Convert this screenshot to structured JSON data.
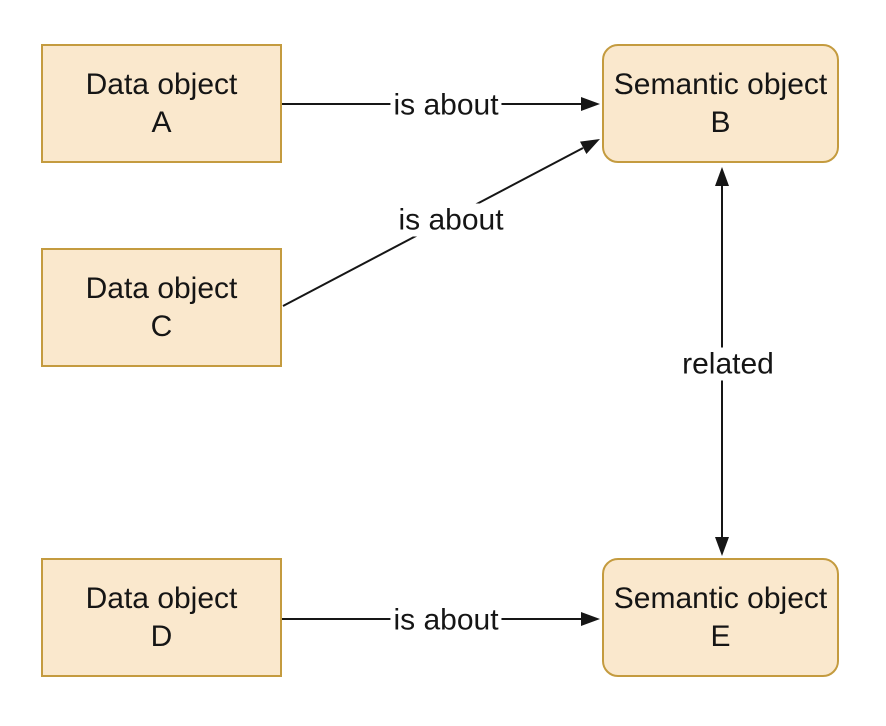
{
  "page": {
    "background": "#ffffff"
  },
  "diagram": {
    "type": "flowchart",
    "colors": {
      "node_fill": "#fae8cd",
      "node_border": "#c49b3f",
      "text": "#151515",
      "line": "#161616",
      "edge_label_background": "#ffffff"
    },
    "nodes": [
      {
        "id": "A",
        "shape": "rectangle",
        "line1": "Data object",
        "line2": "A"
      },
      {
        "id": "B",
        "shape": "rounded-rectangle",
        "line1": "Semantic object",
        "line2": "B"
      },
      {
        "id": "C",
        "shape": "rectangle",
        "line1": "Data object",
        "line2": "C"
      },
      {
        "id": "D",
        "shape": "rectangle",
        "line1": "Data object",
        "line2": "D"
      },
      {
        "id": "E",
        "shape": "rounded-rectangle",
        "line1": "Semantic object",
        "line2": "E"
      }
    ],
    "edges": [
      {
        "from": "Data object A",
        "to": "Semantic object B",
        "label": "is about",
        "direction": "single"
      },
      {
        "from": "Data object C",
        "to": "Semantic object B",
        "label": "is about",
        "direction": "single"
      },
      {
        "from": "Semantic object B",
        "to": "Semantic object E",
        "label": "related",
        "direction": "double"
      },
      {
        "from": "Data object D",
        "to": "Semantic object E",
        "label": "is about",
        "direction": "single"
      }
    ]
  }
}
